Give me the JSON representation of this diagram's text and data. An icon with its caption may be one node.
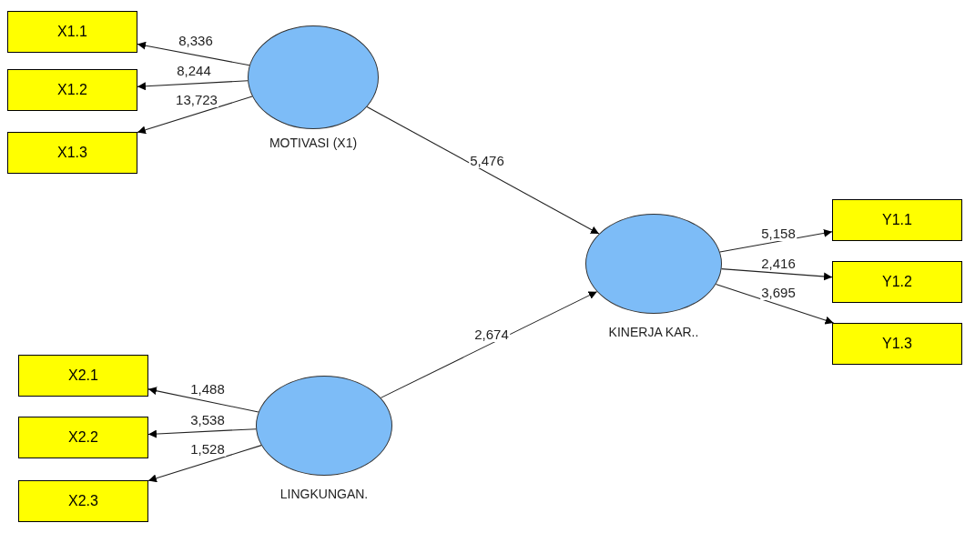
{
  "diagram": {
    "nodes": [
      {
        "text": [
          "X1.1"
        ]
      },
      {
        "text": [
          "X1.2"
        ]
      },
      {
        "text": [
          "X1.3"
        ]
      },
      {
        "text": [
          "MOTIVASI (X1)"
        ]
      },
      {
        "text": [
          "KINERJA KAR.."
        ]
      },
      {
        "text": [
          "Y1.1"
        ]
      },
      {
        "text": [
          "Y1.2"
        ]
      },
      {
        "text": [
          "Y1.3"
        ]
      },
      {
        "text": [
          "X2.1"
        ]
      },
      {
        "text": [
          "X2.2"
        ]
      },
      {
        "text": [
          "X2.3"
        ]
      },
      {
        "text": [
          "LINGKUNGAN."
        ]
      }
    ],
    "edges": [
      {
        "from": 3,
        "to": 0,
        "arrow": "to",
        "label": "8,336"
      },
      {
        "from": 3,
        "to": 1,
        "arrow": "to",
        "label": "8,244"
      },
      {
        "from": 3,
        "to": 2,
        "arrow": "to",
        "label": "13,723"
      },
      {
        "from": 3,
        "to": 4,
        "arrow": "to",
        "label": "5,476"
      },
      {
        "from": 11,
        "to": 4,
        "arrow": "to",
        "label": "2,674"
      },
      {
        "from": 4,
        "to": 5,
        "arrow": "to",
        "label": "5,158"
      },
      {
        "from": 4,
        "to": 6,
        "arrow": "to",
        "label": "2,416"
      },
      {
        "from": 4,
        "to": 7,
        "arrow": "to",
        "label": "3,695"
      },
      {
        "from": 11,
        "to": 8,
        "arrow": "to",
        "label": "1,488"
      },
      {
        "from": 11,
        "to": 9,
        "arrow": "to",
        "label": "3,538"
      },
      {
        "from": 11,
        "to": 10,
        "arrow": "to",
        "label": "1,528"
      }
    ]
  }
}
